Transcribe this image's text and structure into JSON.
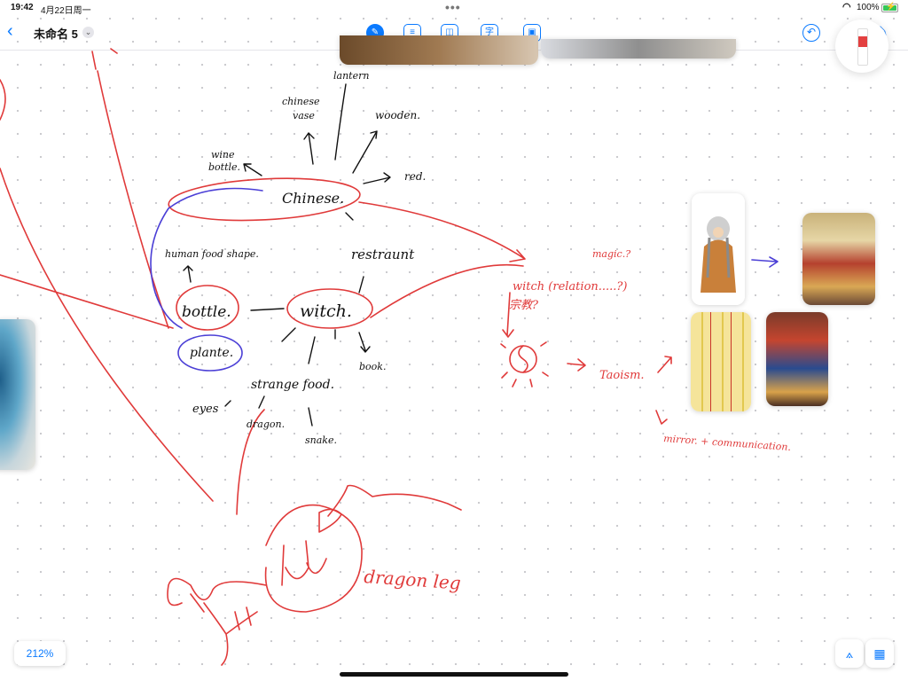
{
  "status": {
    "time": "19:42",
    "date": "4月22日周一",
    "battery": "100%",
    "battery_level": 1.0
  },
  "toolbar": {
    "back": "‹",
    "title": "未命名 5",
    "title_menu": "⌄",
    "text_tool": "字"
  },
  "zoom": "212%",
  "notes": {
    "black": {
      "lantern": "lantern",
      "chinese_vase_1": "chinese",
      "chinese_vase_2": "vase",
      "wooden": "wooden.",
      "red": "red.",
      "wine_bottle_1": "wine",
      "wine_bottle_2": "bottle.",
      "chinese": "Chinese.",
      "restraunt": "restraunt",
      "human_food": "human food shape.",
      "bottle": "bottle.",
      "witch": "witch.",
      "plante": "plante.",
      "book": "book.",
      "strange_food": "strange food.",
      "eyes": "eyes",
      "dragon": "dragon.",
      "snake": "snake."
    },
    "red": {
      "magic": "magic.?",
      "witch_relation": "witch (relation.....?)",
      "zongjiao": "宗教?",
      "taoism": "Taoism.",
      "mirror": "mirror. + communication.",
      "dragon_leg": "dragon leg"
    }
  },
  "colors": {
    "accent": "#0a7aff",
    "ink_red": "#e03a3a",
    "ink_blue": "#4b3fd6",
    "ink_black": "#111111"
  }
}
